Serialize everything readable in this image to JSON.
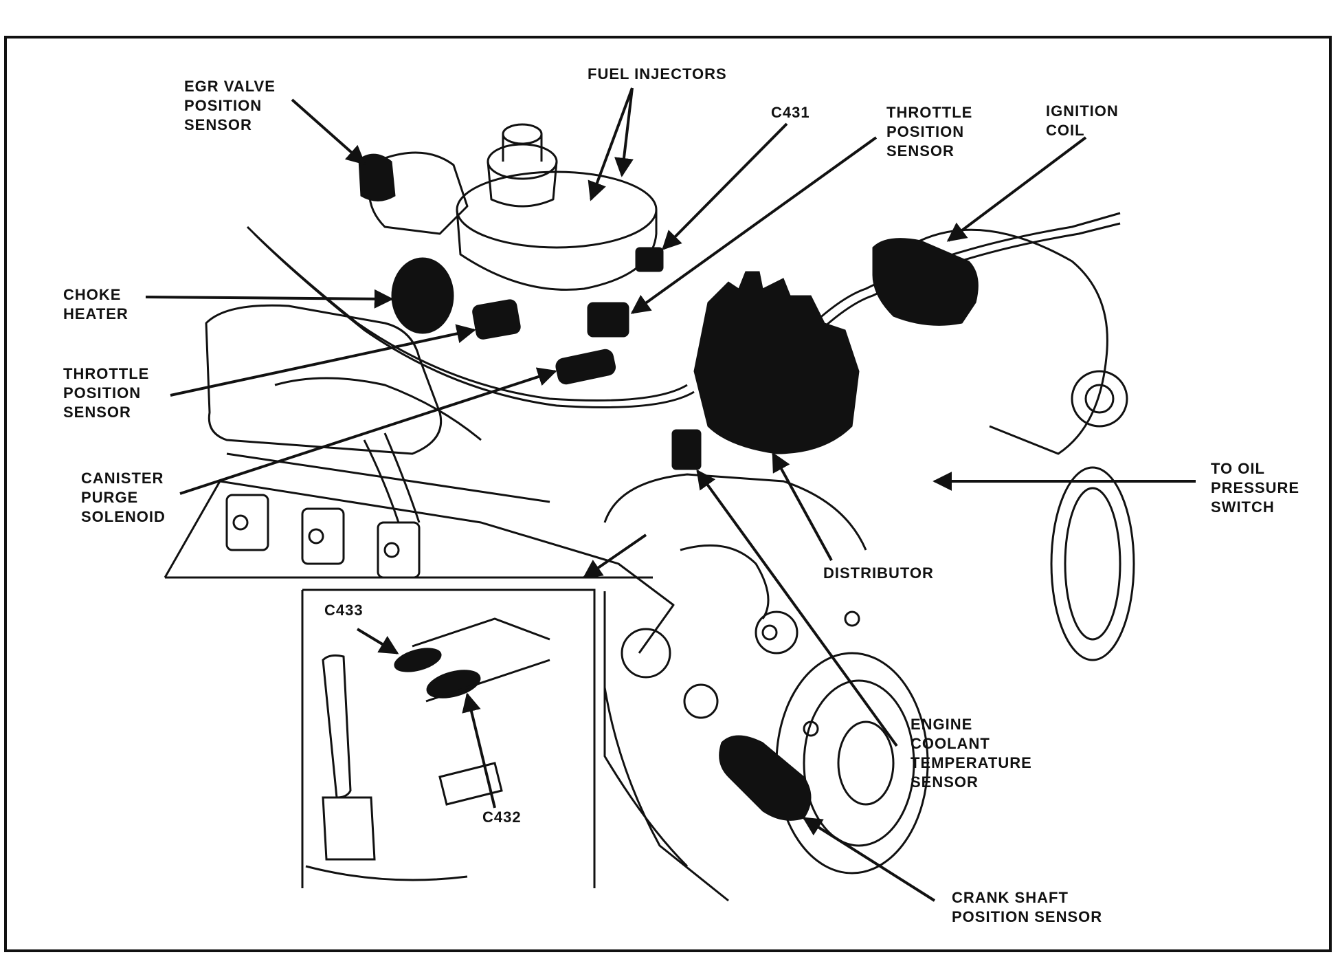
{
  "diagram": {
    "labels": {
      "egr_valve_position_sensor": "EGR VALVE\nPOSITION\nSENSOR",
      "fuel_injectors": "FUEL INJECTORS",
      "c431": "C431",
      "throttle_position_sensor_top": "THROTTLE\nPOSITION\nSENSOR",
      "ignition_coil": "IGNITION\nCOIL",
      "choke_heater": "CHOKE\nHEATER",
      "throttle_position_sensor_left": "THROTTLE\nPOSITION\nSENSOR",
      "canister_purge_solenoid": "CANISTER\nPURGE\nSOLENOID",
      "to_oil_pressure_switch": "TO OIL\nPRESSURE\nSWITCH",
      "distributor": "DISTRIBUTOR",
      "c433": "C433",
      "c432": "C432",
      "engine_coolant_temperature_sensor": "ENGINE\nCOOLANT\nTEMPERATURE\nSENSOR",
      "crank_shaft_position_sensor": "CRANK SHAFT\nPOSITION SENSOR"
    }
  }
}
